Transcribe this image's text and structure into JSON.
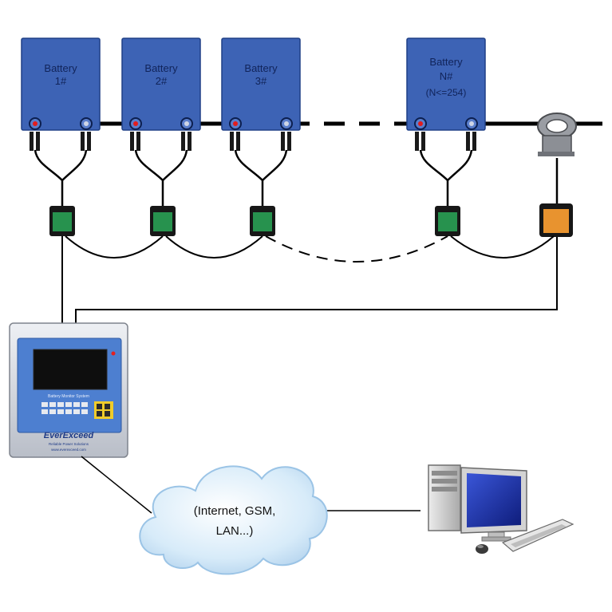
{
  "batteries": [
    {
      "line1": "Battery",
      "line2": "1#",
      "line3": ""
    },
    {
      "line1": "Battery",
      "line2": "2#",
      "line3": ""
    },
    {
      "line1": "Battery",
      "line2": "3#",
      "line3": ""
    },
    {
      "line1": "Battery",
      "line2": "N#",
      "line3": "(N<=254)"
    }
  ],
  "controller": {
    "screen_caption": "Battery Monitor System",
    "brand": "EverExceed",
    "tagline": "Reliable Power Solutions",
    "url": "www.everexceed.com"
  },
  "cloud": {
    "line1": "(Internet, GSM,",
    "line2": "LAN...)"
  },
  "colors": {
    "battery": "#3d63b5",
    "battery_edge": "#1e3f86",
    "battery_text": "#11245a",
    "sensor": "#27924e",
    "current_sensor": "#e8932f",
    "cable": "#000000"
  }
}
